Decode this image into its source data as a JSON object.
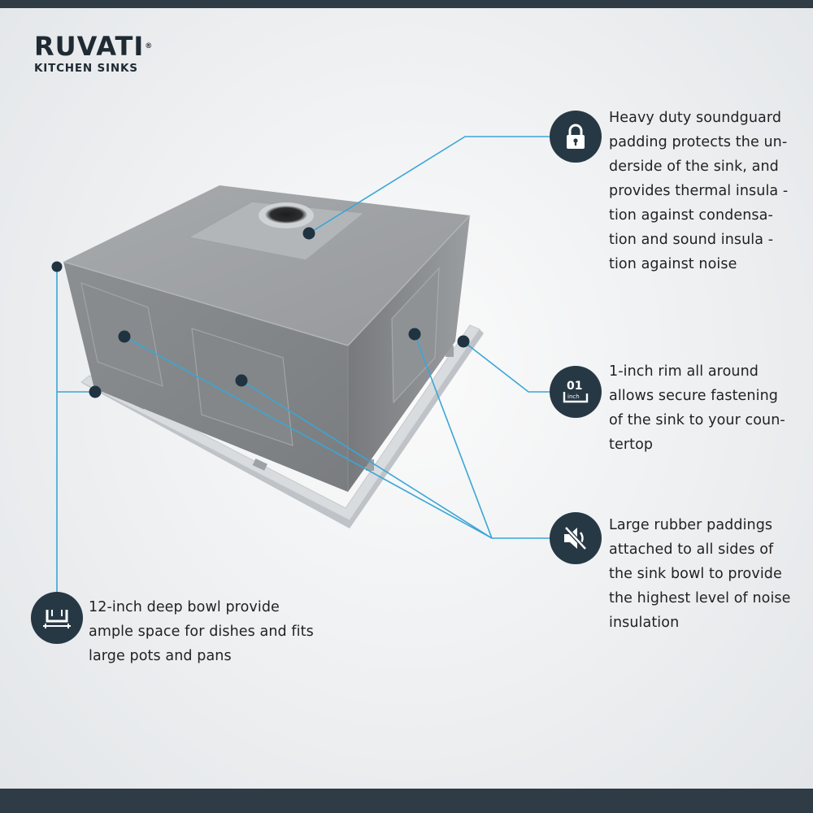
{
  "brand": {
    "name": "RUVATI",
    "registered_mark": "®",
    "tagline": "KITCHEN SINKS"
  },
  "features": {
    "soundguard": {
      "icon": "lock-icon",
      "lines": [
        "Heavy duty soundguard",
        "padding protects the un-",
        "derside of the sink, and",
        "provides thermal insula -",
        "tion against condensa-",
        "tion and sound insula -",
        "tion against noise"
      ]
    },
    "rim": {
      "icon": "rim-icon",
      "badge": "01",
      "badge_unit": "inch",
      "lines": [
        "1-inch rim all around",
        "allows secure fastening",
        "of the sink to your coun-",
        "tertop"
      ]
    },
    "rubber": {
      "icon": "mute-icon",
      "lines": [
        "Large rubber paddings",
        "attached to all sides of",
        "the sink bowl to provide",
        "the highest level of noise",
        "insulation"
      ]
    },
    "depth": {
      "icon": "deep-bowl-icon",
      "lines": [
        "12-inch deep bowl provide",
        "ample space for dishes and fits",
        "large pots and pans"
      ]
    }
  },
  "colors": {
    "icon_bg": "#273845",
    "callout_line": "#3aa6d6",
    "text": "#222222",
    "bar": "#2f3b45"
  }
}
